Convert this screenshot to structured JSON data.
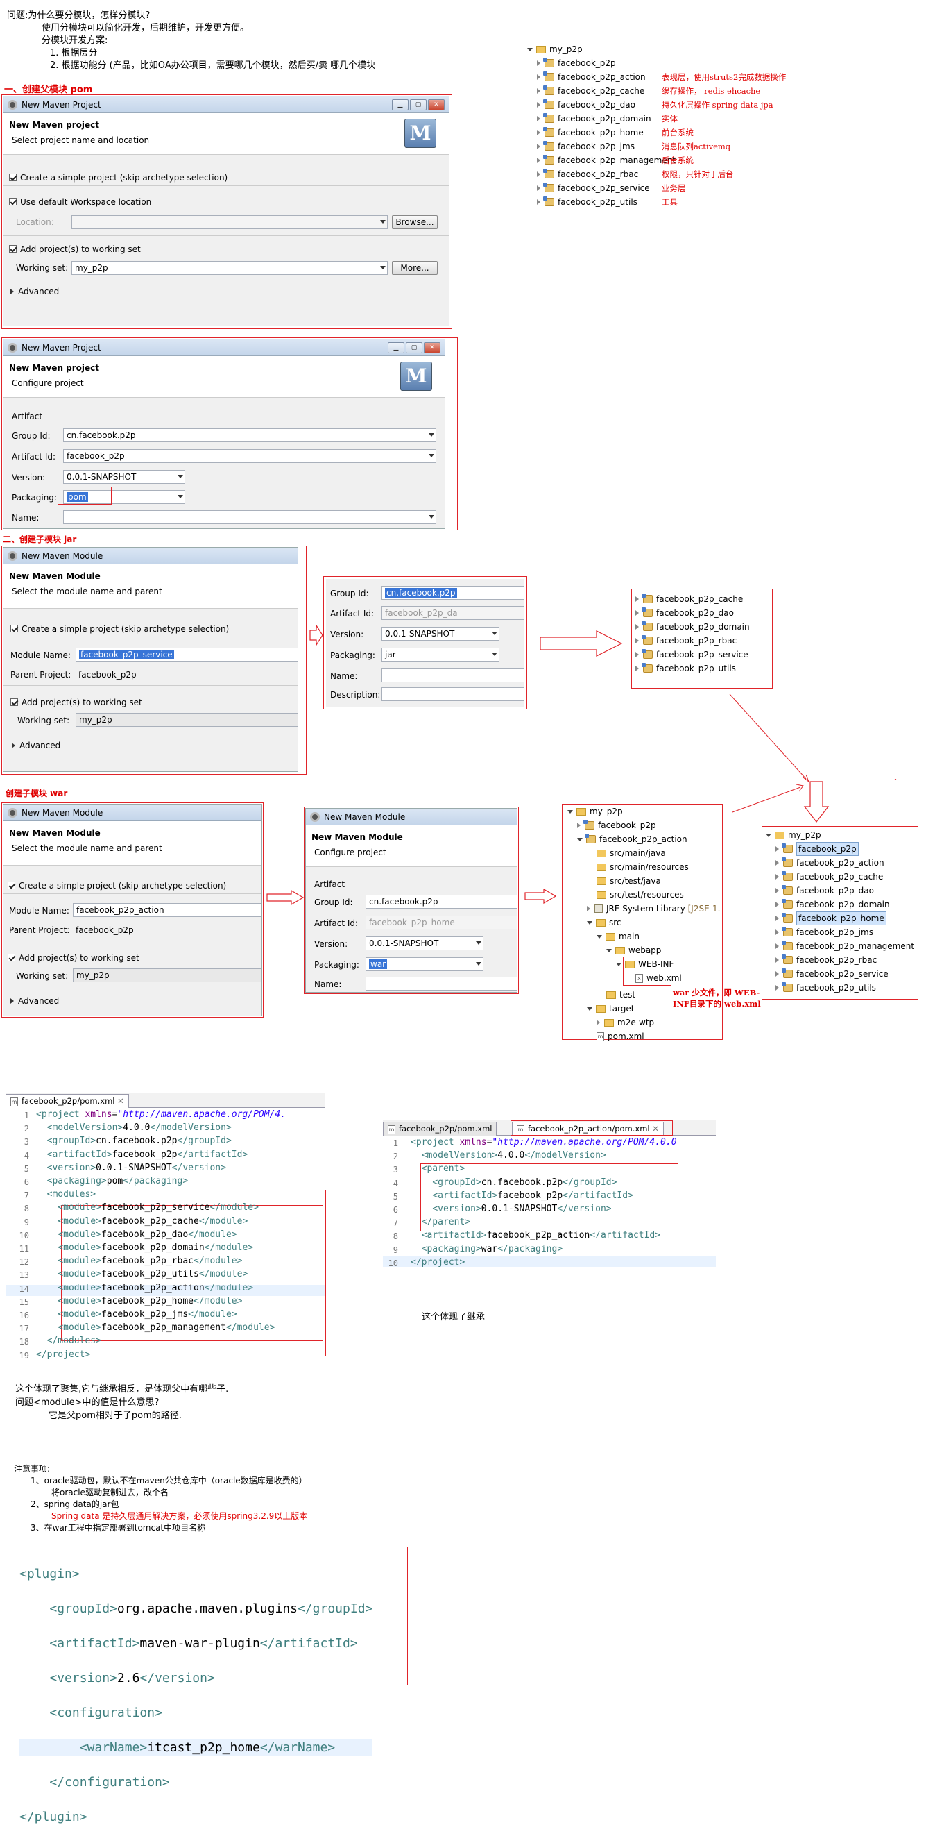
{
  "intro": {
    "line1": "问题:为什么要分模块，怎样分模块?",
    "line2": "使用分模块可以简化开发，后期维护，开发更方便。",
    "line3": "分模块开发方案:",
    "line4": "1.        根据层分",
    "line5": "2.        根据功能分 (产品，比如OA办公项目，需要哪几个模块，然后买/卖 哪几个模块"
  },
  "project_tree": {
    "root": "my_p2p",
    "items": [
      {
        "name": "facebook_p2p",
        "note": ""
      },
      {
        "name": "facebook_p2p_action",
        "note": "表现层，使用struts2完成数据操作"
      },
      {
        "name": "facebook_p2p_cache",
        "note": "缓存操作， redis ehcache"
      },
      {
        "name": "facebook_p2p_dao",
        "note": "持久化层操作 spring data jpa"
      },
      {
        "name": "facebook_p2p_domain",
        "note": "实体"
      },
      {
        "name": "facebook_p2p_home",
        "note": "前台系统"
      },
      {
        "name": "facebook_p2p_jms",
        "note": "消息队列activemq"
      },
      {
        "name": "facebook_p2p_management",
        "note": "后台系统"
      },
      {
        "name": "facebook_p2p_rbac",
        "note": "权限，只针对于后台"
      },
      {
        "name": "facebook_p2p_service",
        "note": "业务层"
      },
      {
        "name": "facebook_p2p_utils",
        "note": "工具"
      }
    ]
  },
  "section1": {
    "heading": "一、创建父模块  pom"
  },
  "dialog1": {
    "title": "New Maven Project",
    "heading": "New Maven project",
    "subtitle": "Select project name and location",
    "simple_project": "Create a simple project (skip archetype selection)",
    "default_ws": "Use default Workspace location",
    "location_label": "Location:",
    "browse": "Browse...",
    "add_ws": "Add project(s) to working set",
    "working_set_label": "Working set:",
    "working_set_value": "my_p2p",
    "more": "More...",
    "advanced": "Advanced",
    "logo": "M"
  },
  "dialog2": {
    "title": "New Maven Project",
    "heading": "New Maven project",
    "subtitle": "Configure project",
    "artifact": "Artifact",
    "group_label": "Group Id:",
    "group_value": "cn.facebook.p2p",
    "artifact_label": "Artifact Id:",
    "artifact_value": "facebook_p2p",
    "version_label": "Version:",
    "version_value": "0.0.1-SNAPSHOT",
    "packaging_label": "Packaging:",
    "packaging_value": "pom",
    "name_label": "Name:",
    "logo": "M"
  },
  "section2": {
    "heading": "二、创建子模块   jar"
  },
  "dialog3": {
    "title": "New Maven Module",
    "heading": "New Maven Module",
    "subtitle": "Select the module name and parent",
    "simple_project": "Create a simple project (skip archetype selection)",
    "module_label": "Module Name:",
    "module_value": "facebook_p2p_service",
    "parent_label": "Parent Project:",
    "parent_value": "facebook_p2p",
    "add_ws": "Add project(s) to working set",
    "working_set_label": "Working set:",
    "working_set_value": "my_p2p",
    "advanced": "Advanced"
  },
  "form_jar": {
    "group_label": "Group Id:",
    "group_value": "cn.facebook.p2p",
    "artifact_label": "Artifact Id:",
    "artifact_value": "facebook_p2p_da",
    "version_label": "Version:",
    "version_value": "0.0.1-SNAPSHOT",
    "packaging_label": "Packaging:",
    "packaging_value": "jar",
    "name_label": "Name:",
    "desc_label": "Description:"
  },
  "jar_tree": [
    "facebook_p2p_cache",
    "facebook_p2p_dao",
    "facebook_p2p_domain",
    "facebook_p2p_rbac",
    "facebook_p2p_service",
    "facebook_p2p_utils"
  ],
  "section3": {
    "heading": "创建子模块    war"
  },
  "dialog4": {
    "title": "New Maven Module",
    "heading": "New Maven Module",
    "subtitle": "Select the module name and parent",
    "simple_project": "Create a simple project (skip archetype selection)",
    "module_label": "Module Name:",
    "module_value": "facebook_p2p_action",
    "parent_label": "Parent Project:",
    "parent_value": "facebook_p2p",
    "add_ws": "Add project(s) to working set",
    "working_set_label": "Working set:",
    "working_set_value": "my_p2p",
    "advanced": "Advanced"
  },
  "dialog5": {
    "title": "New Maven Module",
    "heading": "New Maven Module",
    "subtitle": "Configure project",
    "artifact": "Artifact",
    "group_label": "Group Id:",
    "group_value": "cn.facebook.p2p",
    "artifact_label": "Artifact Id:",
    "artifact_value": "facebook_p2p_home",
    "version_label": "Version:",
    "version_value": "0.0.1-SNAPSHOT",
    "packaging_label": "Packaging:",
    "packaging_value": "war",
    "name_label": "Name:"
  },
  "war_tree": {
    "root": "my_p2p",
    "parent": "facebook_p2p",
    "action": "facebook_p2p_action",
    "src_main_java": "src/main/java",
    "src_main_res": "src/main/resources",
    "src_test_java": "src/test/java",
    "src_test_res": "src/test/resources",
    "jre": "JRE System Library",
    "jre_suffix": "[J2SE-1.",
    "src": "src",
    "main": "main",
    "webapp": "webapp",
    "webinf": "WEB-INF",
    "webxml": "web.xml",
    "test": "test",
    "target": "target",
    "m2e": "m2e-wtp",
    "pom": "pom.xml",
    "note": "war 少文件，即 WEB-INF目录下的 web.xml"
  },
  "final_tree": {
    "root": "my_p2p",
    "items": [
      "facebook_p2p",
      "facebook_p2p_action",
      "facebook_p2p_cache",
      "facebook_p2p_dao",
      "facebook_p2p_domain",
      "facebook_p2p_home",
      "facebook_p2p_jms",
      "facebook_p2p_management",
      "facebook_p2p_rbac",
      "facebook_p2p_service",
      "facebook_p2p_utils"
    ]
  },
  "editor1": {
    "tab": "facebook_p2p/pom.xml",
    "close": "✕",
    "modules": [
      "facebook_p2p_service",
      "facebook_p2p_cache",
      "facebook_p2p_dao",
      "facebook_p2p_domain",
      "facebook_p2p_rbac",
      "facebook_p2p_utils",
      "facebook_p2p_action",
      "facebook_p2p_home",
      "facebook_p2p_jms",
      "facebook_p2p_management"
    ]
  },
  "editor2": {
    "tab1": "facebook_p2p/pom.xml",
    "tab2": "facebook_p2p_action/pom.xml",
    "close": "✕"
  },
  "inherit_note": "这个体现了继承",
  "aggregate_notes": {
    "line1": "这个体现了聚集,它与继承相反，是体现父中有哪些子.",
    "line2": "问题<module>中的值是什么意思?",
    "line3": "它是父pom相对于子pom的路径."
  },
  "notes": {
    "title": "注意事项:",
    "n1": "1、oracle驱动包，默认不在maven公共仓库中（oracle数据库是收费的）",
    "n1b": "将oracle驱动复制进去，改个名",
    "n2": "2、spring data的jar包",
    "n2b": "Spring data 是持久层通用解决方案，必须使用spring3.2.9以上版本",
    "n3": "3、在war工程中指定部署到tomcat中项目名称"
  },
  "plugin": {
    "groupId": "org.apache.maven.plugins",
    "artifactId": "maven-war-plugin",
    "version": "2.6",
    "warName": "itcast_p2p_home"
  },
  "colors": {
    "accent_red": "#e00000",
    "xml_tag": "#3f7f7f",
    "xml_string": "#2a00ff",
    "selection": "#3875d7"
  }
}
